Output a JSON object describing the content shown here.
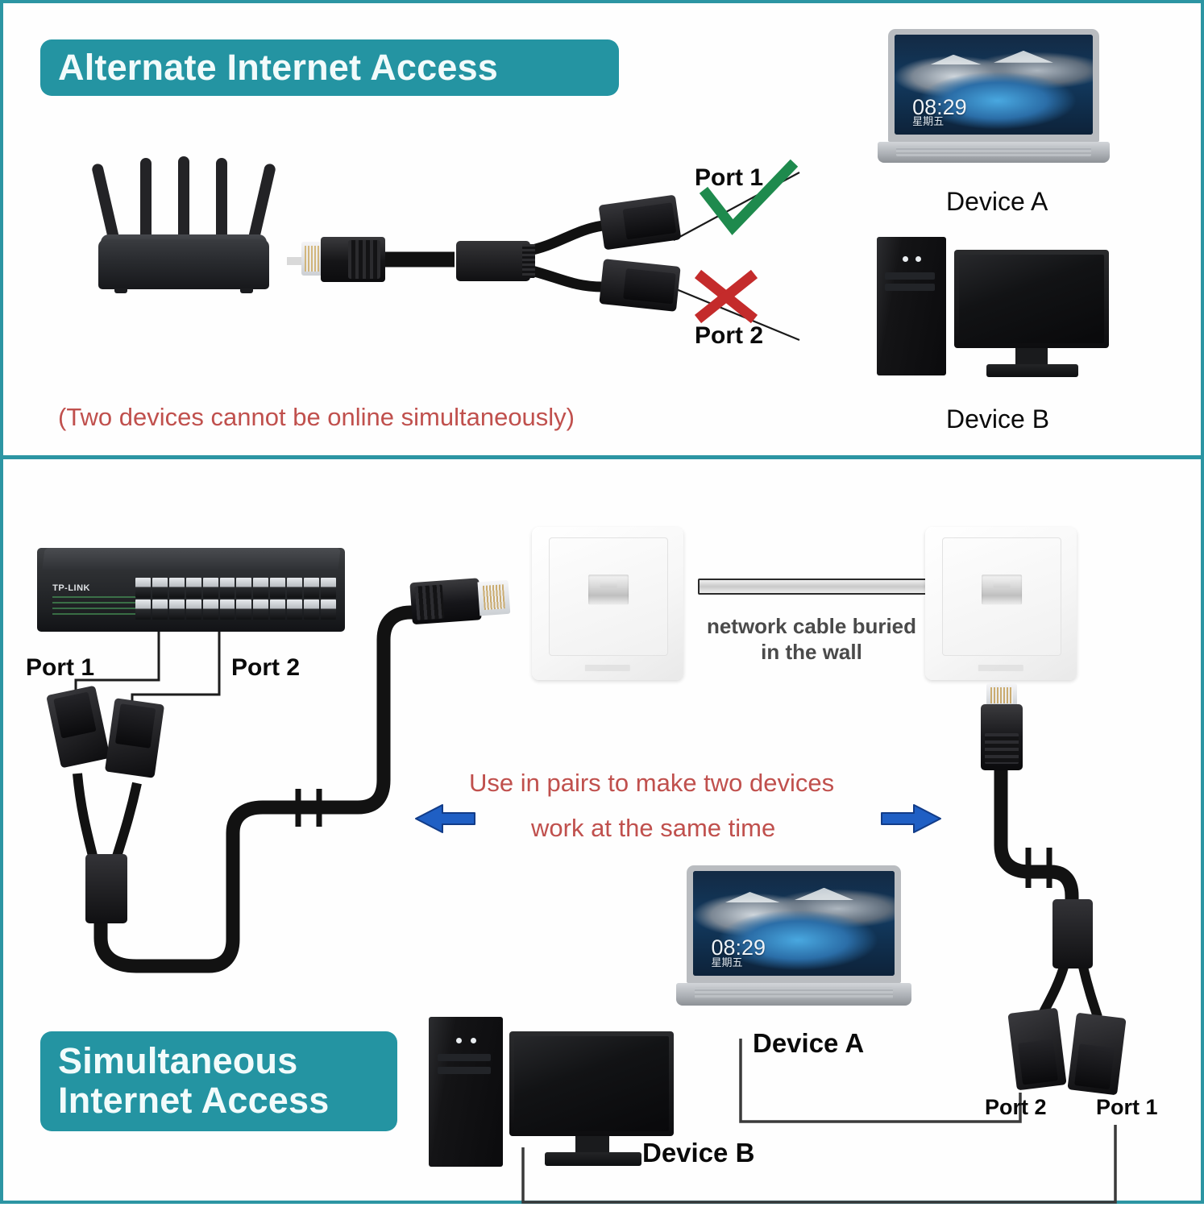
{
  "theme": {
    "accent_teal": "#2494a2",
    "note_red": "#c0504d",
    "check_green": "#1e8a4d",
    "cross_red": "#c42b2b",
    "arrow_blue": "#1f5fc4",
    "label_black": "#0a0a0a",
    "gray_note": "#4a4a4a"
  },
  "top_panel": {
    "badge": "Alternate Internet Access",
    "port_labels": {
      "port1": "Port 1",
      "port2": "Port 2"
    },
    "marks": {
      "allowed": "check-mark",
      "blocked": "cross-mark"
    },
    "devices": {
      "device_a": "Device A",
      "device_b": "Device B"
    },
    "note": "(Two devices cannot be online simultaneously)"
  },
  "bottom_panel": {
    "badge_line1": "Simultaneous",
    "badge_line2": "Internet Access",
    "switch_ports": {
      "port1": "Port 1",
      "port2": "Port 2"
    },
    "wall_note_line1": "network cable buried",
    "wall_note_line2": "in the wall",
    "center_note_line1": "Use in pairs to make two devices",
    "center_note_line2": "work at the same time",
    "devices": {
      "device_a": "Device A",
      "device_b": "Device B"
    },
    "splitter_ports": {
      "port2": "Port 2",
      "port1": "Port 1"
    }
  },
  "screens": {
    "laptop_clock": "08:29",
    "laptop_day": "星期五"
  },
  "hardware": {
    "switch_brand": "TP-LINK",
    "router_antennas": 5,
    "switch_port_count": 24
  }
}
